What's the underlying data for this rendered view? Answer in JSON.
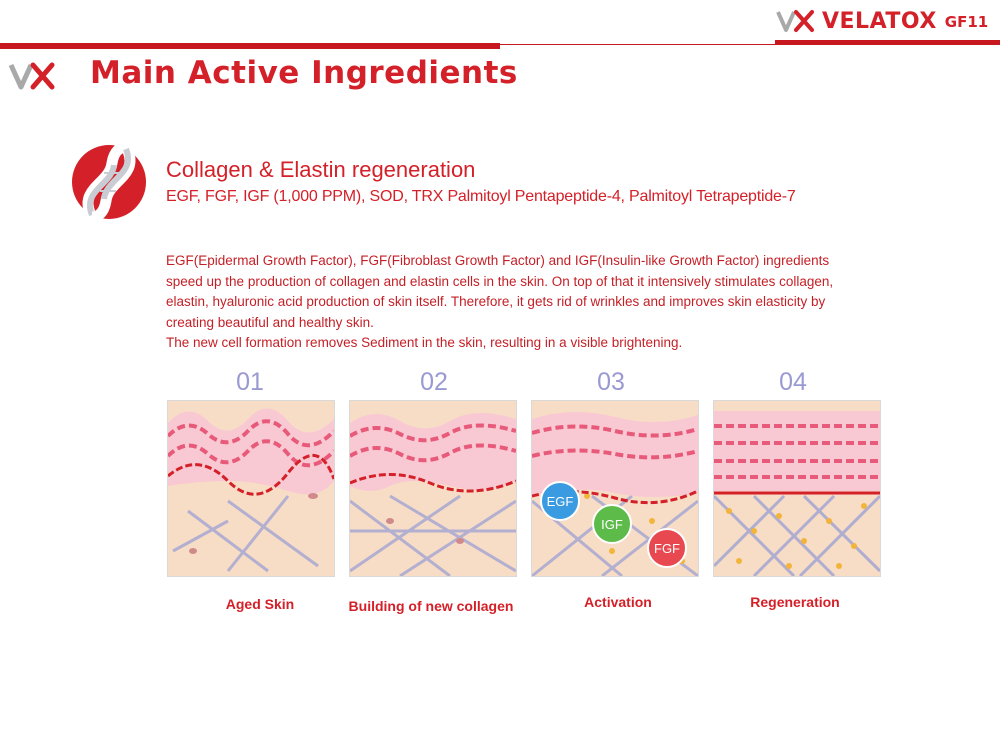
{
  "brand": {
    "name": "VELATOX",
    "model": "GF11",
    "logo_icon": "vx-logo-icon"
  },
  "page": {
    "title": "Main Active Ingredients"
  },
  "section": {
    "icon": "dna-helix-icon",
    "heading": "Collagen & Elastin regeneration",
    "ingredients": "EGF, FGF, IGF (1,000 PPM), SOD, TRX Palmitoyl Pentapeptide-4, Palmitoyl Tetrapeptide-7",
    "description": [
      "EGF(Epidermal Growth Factor), FGF(Fibroblast Growth Factor) and IGF(Insulin-like Growth Factor) ingredients",
      "speed up the production of collagen and elastin cells in the skin. On top of that it  intensively stimulates collagen,",
      "elastin, hyaluronic acid production of skin itself. Therefore, it gets rid of wrinkles and improves skin elasticity by",
      "creating beautiful and healthy skin.",
      "The new cell formation removes Sediment in the skin, resulting in a visible brightening."
    ]
  },
  "steps": [
    {
      "number": "01",
      "caption": "Aged Skin"
    },
    {
      "number": "02",
      "caption": "Building of new collagen"
    },
    {
      "number": "03",
      "caption": "Activation",
      "badges": [
        "EGF",
        "IGF",
        "FGF"
      ]
    },
    {
      "number": "04",
      "caption": "Regeneration"
    }
  ],
  "colors": {
    "accent": "#d42028",
    "step_number": "#9a9ad2",
    "skin": "#f7dcc6",
    "badge_egf": "#3a9be0",
    "badge_igf": "#5dbb4a",
    "badge_fgf": "#e8484f"
  }
}
